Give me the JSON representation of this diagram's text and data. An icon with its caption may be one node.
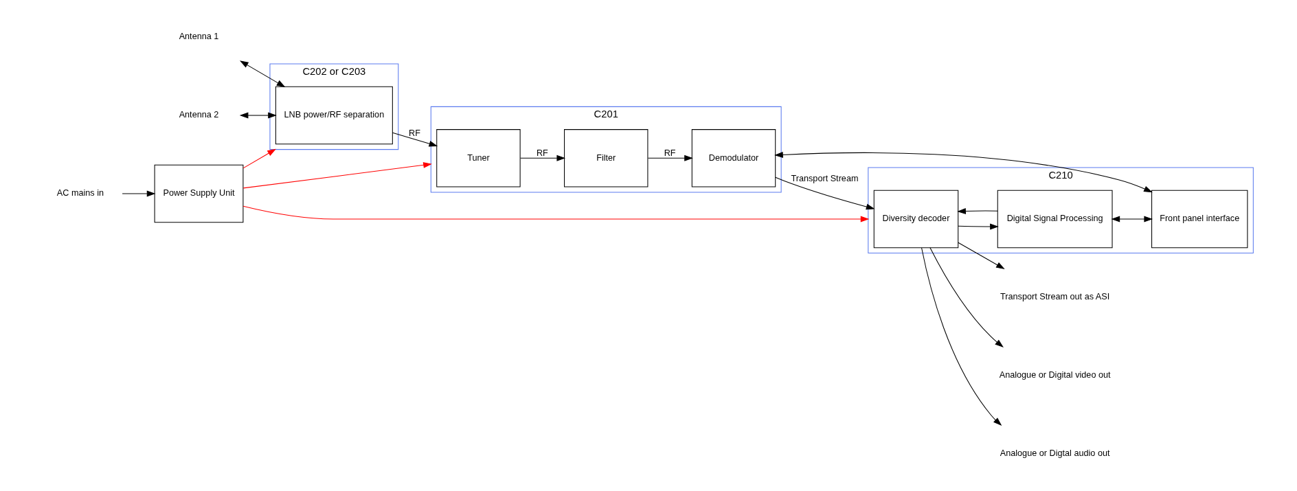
{
  "diagram": {
    "nodes": [
      {
        "text": [
          "C202 or C203"
        ]
      },
      {
        "text": [
          "LNB power/RF separation"
        ],
        "in": 0
      },
      {
        "text": [
          "C201"
        ]
      },
      {
        "text": [
          "Tuner"
        ],
        "in": 2
      },
      {
        "text": [
          "Filter"
        ],
        "in": 2
      },
      {
        "text": [
          "Demodulator"
        ],
        "in": 2
      },
      {
        "text": [
          "C210"
        ]
      },
      {
        "text": [
          "Diversity decoder"
        ],
        "in": 6
      },
      {
        "text": [
          "Digital Signal Processing"
        ],
        "in": 6
      },
      {
        "text": [
          "Front panel interface"
        ],
        "in": 6
      },
      {
        "text": [
          "Power Supply Unit"
        ]
      },
      {
        "text": [
          "Antenna 1"
        ]
      },
      {
        "text": [
          "Antenna 2"
        ]
      },
      {
        "text": [
          "AC mains in"
        ]
      },
      {
        "text": [
          "Transport Stream out as ASI"
        ]
      },
      {
        "text": [
          "Analogue or Digital video out"
        ]
      },
      {
        "text": [
          "Analogue or Digtal audio out"
        ]
      }
    ],
    "edges": [
      {
        "from": 11,
        "to": 1,
        "arrow": "both"
      },
      {
        "from": 12,
        "to": 1,
        "arrow": "both"
      },
      {
        "from": 1,
        "to": 3,
        "arrow": "to",
        "label": "RF"
      },
      {
        "from": 3,
        "to": 4,
        "arrow": "to",
        "label": "RF"
      },
      {
        "from": 4,
        "to": 5,
        "arrow": "to",
        "label": "RF"
      },
      {
        "from": 5,
        "to": 7,
        "arrow": "to",
        "label": "Transport Stream"
      },
      {
        "from": 7,
        "to": 14,
        "arrow": "to"
      },
      {
        "from": 7,
        "to": 15,
        "arrow": "to"
      },
      {
        "from": 7,
        "to": 16,
        "arrow": "to"
      },
      {
        "from": 7,
        "to": 8,
        "arrow": "to"
      },
      {
        "from": 8,
        "to": 7,
        "arrow": "to"
      },
      {
        "from": 8,
        "to": 9,
        "arrow": "both"
      },
      {
        "from": 5,
        "to": 9,
        "arrow": "both"
      },
      {
        "from": 13,
        "to": 10,
        "arrow": "to"
      },
      {
        "from": 10,
        "to": 2,
        "arrow": "to",
        "color": "#ff0000"
      },
      {
        "from": 10,
        "to": 0,
        "arrow": "to",
        "color": "#ff0000"
      },
      {
        "from": 10,
        "to": 6,
        "arrow": "to",
        "color": "#ff0000"
      }
    ]
  }
}
